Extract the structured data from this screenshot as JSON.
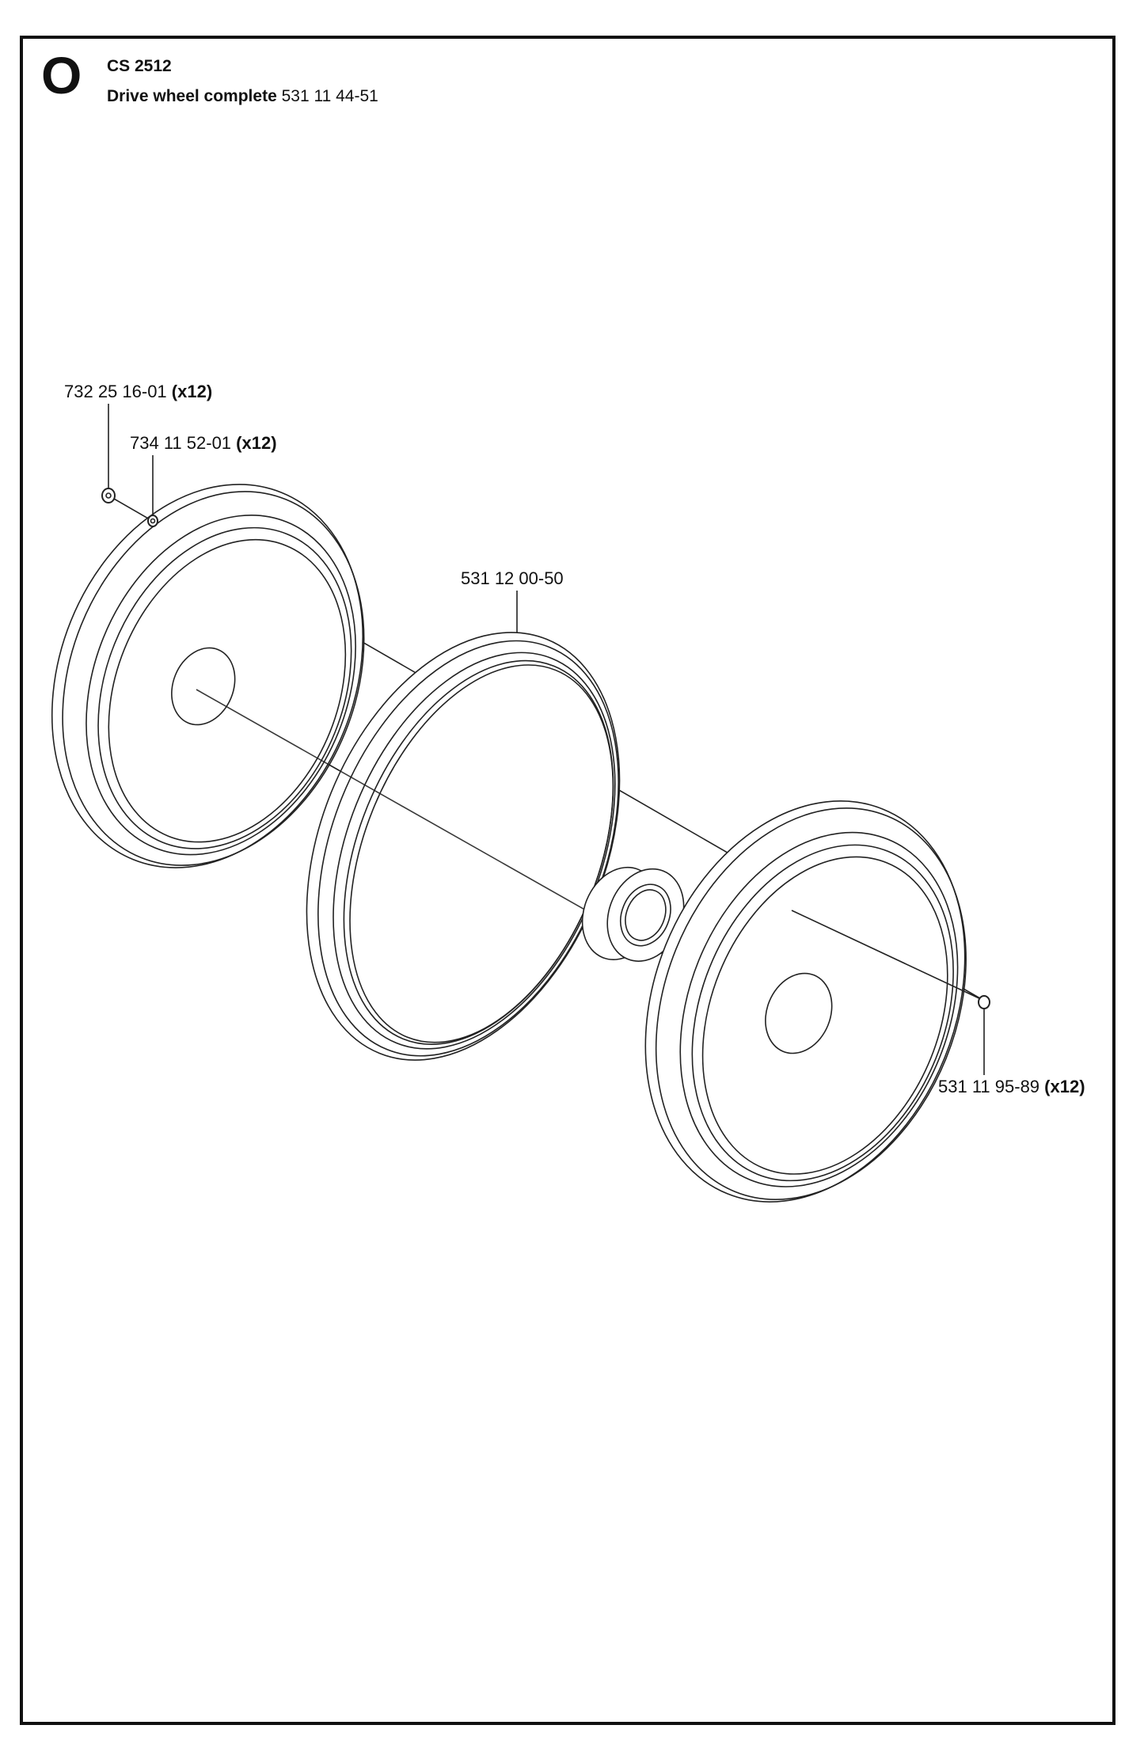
{
  "header": {
    "section_letter": "O",
    "model": "CS 2512",
    "assembly_name": "Drive wheel complete",
    "assembly_number": "531 11 44-51"
  },
  "parts": [
    {
      "number": "732 25 16-01",
      "qty": "(x12)"
    },
    {
      "number": "734 11 52-01",
      "qty": "(x12)"
    },
    {
      "number": "531 12 00-50",
      "qty": ""
    },
    {
      "number": "531 11 95-89",
      "qty": "(x12)"
    }
  ]
}
